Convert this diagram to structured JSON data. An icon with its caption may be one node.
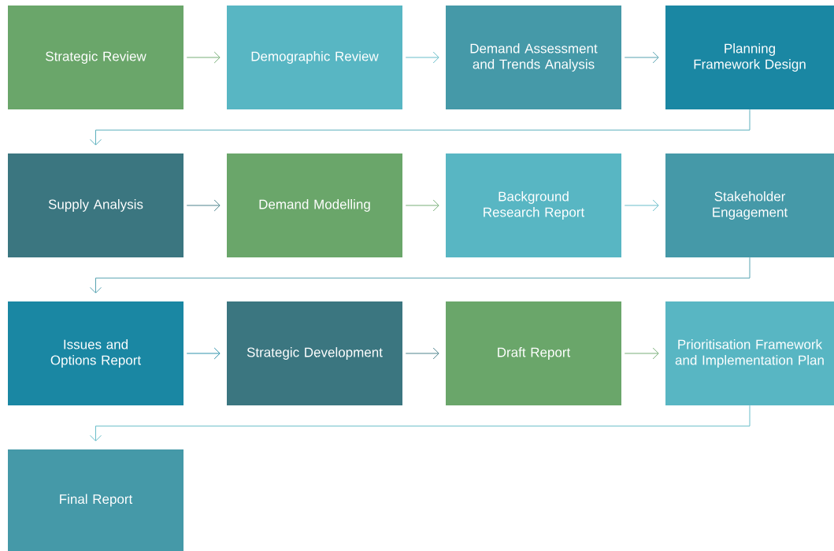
{
  "diagram": {
    "nodes": [
      {
        "text": [
          "Strategic Review"
        ]
      },
      {
        "text": [
          "Demographic Review"
        ]
      },
      {
        "text": [
          "Demand Assessment and Trends Analysis"
        ]
      },
      {
        "text": [
          "Planning Framework Design"
        ]
      },
      {
        "text": [
          "Supply Analysis"
        ]
      },
      {
        "text": [
          "Demand Modelling"
        ]
      },
      {
        "text": [
          "Background Research Report"
        ]
      },
      {
        "text": [
          "Stakeholder Engagement"
        ]
      },
      {
        "text": [
          "Issues and Options Report"
        ]
      },
      {
        "text": [
          "Strategic Development"
        ]
      },
      {
        "text": [
          "Draft Report"
        ]
      },
      {
        "text": [
          "Prioritisation Framework and Implementation Plan"
        ]
      },
      {
        "text": [
          "Final Report"
        ]
      }
    ],
    "edges": [
      {
        "from": 0,
        "to": 1,
        "arrow": "to",
        "color": "#6aa66a"
      },
      {
        "from": 1,
        "to": 2,
        "arrow": "to",
        "color": "#58b6c3"
      },
      {
        "from": 2,
        "to": 3,
        "arrow": "to",
        "color": "#4599a8"
      },
      {
        "from": 3,
        "to": 4,
        "arrow": "to",
        "color": "#4aa6b6"
      },
      {
        "from": 4,
        "to": 5,
        "arrow": "to",
        "color": "#3b7680"
      },
      {
        "from": 5,
        "to": 6,
        "arrow": "to",
        "color": "#6aa66a"
      },
      {
        "from": 6,
        "to": 7,
        "arrow": "to",
        "color": "#58b6c3"
      },
      {
        "from": 7,
        "to": 8,
        "arrow": "to",
        "color": "#4599a8"
      },
      {
        "from": 8,
        "to": 9,
        "arrow": "to",
        "color": "#1a87a3"
      },
      {
        "from": 9,
        "to": 10,
        "arrow": "to",
        "color": "#3b7680"
      },
      {
        "from": 10,
        "to": 11,
        "arrow": "to",
        "color": "#6aa66a"
      },
      {
        "from": 11,
        "to": 12,
        "arrow": "to",
        "color": "#58b6c3"
      }
    ]
  }
}
